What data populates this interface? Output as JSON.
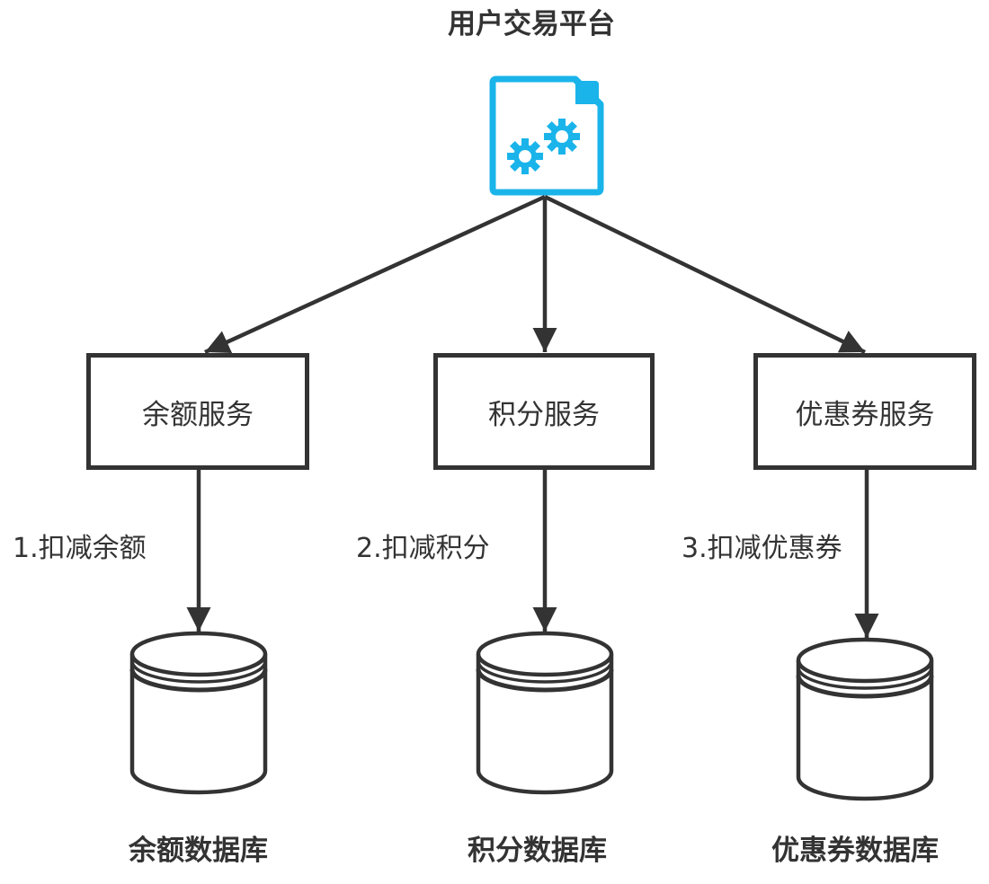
{
  "diagram": {
    "title": "用户交易平台",
    "platform_icon": "gears-document-icon",
    "colors": {
      "accent": "#1ab4ea",
      "stroke": "#333333",
      "text": "#333333",
      "background": "#ffffff"
    },
    "services": [
      {
        "id": "balance",
        "label": "余额服务"
      },
      {
        "id": "points",
        "label": "积分服务"
      },
      {
        "id": "coupon",
        "label": "优惠券服务"
      }
    ],
    "steps": [
      {
        "label": "1.扣减余额",
        "from": "余额服务",
        "to": "余额数据库"
      },
      {
        "label": "2.扣减积分",
        "from": "积分服务",
        "to": "积分数据库"
      },
      {
        "label": "3.扣减优惠券",
        "from": "优惠券服务",
        "to": "优惠券数据库"
      }
    ],
    "databases": [
      {
        "id": "balance-db",
        "label": "余额数据库"
      },
      {
        "id": "points-db",
        "label": "积分数据库"
      },
      {
        "id": "coupon-db",
        "label": "优惠券数据库"
      }
    ],
    "edges": [
      {
        "from": "用户交易平台",
        "to": "余额服务"
      },
      {
        "from": "用户交易平台",
        "to": "积分服务"
      },
      {
        "from": "用户交易平台",
        "to": "优惠券服务"
      },
      {
        "from": "余额服务",
        "to": "余额数据库"
      },
      {
        "from": "积分服务",
        "to": "积分数据库"
      },
      {
        "from": "优惠券服务",
        "to": "优惠券数据库"
      }
    ]
  }
}
